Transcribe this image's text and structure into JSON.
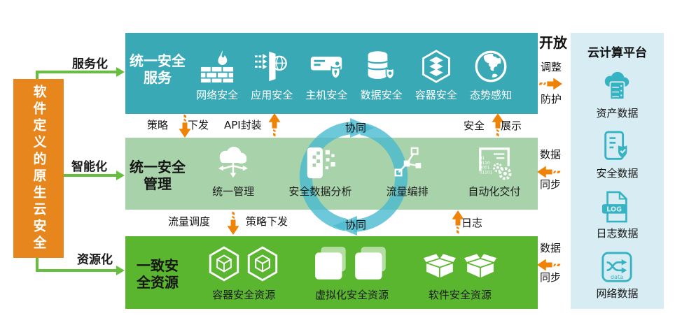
{
  "colors": {
    "orange_box": "#e8861e",
    "teal_band": "#39a9b6",
    "light_green_band": "#a8d3aa",
    "green_band": "#5ab52f",
    "panel_blue": "#d8edf3",
    "icon_teal": "#35b3c3",
    "arrow_orange": "#ee8308",
    "arrow_green": "#67bf3e"
  },
  "left_box": {
    "title": "软件定义的原生云安全"
  },
  "connectors": {
    "service": "服务化",
    "intelligence": "智能化",
    "resource": "资源化"
  },
  "service_band": {
    "title_line1": "统一安全",
    "title_line2": "服务",
    "items": [
      {
        "label": "网络安全",
        "icon": "firewall-icon"
      },
      {
        "label": "应用安全",
        "icon": "app-security-icon"
      },
      {
        "label": "主机安全",
        "icon": "host-server-icon"
      },
      {
        "label": "数据安全",
        "icon": "database-shield-icon"
      },
      {
        "label": "容器安全",
        "icon": "container-hexagon-icon"
      },
      {
        "label": "态势感知",
        "icon": "globe-icon"
      }
    ]
  },
  "gap1": {
    "policy": "策略",
    "dispatch": "下发",
    "api_wrap": "API封装",
    "collaborate": "协同",
    "security": "安全",
    "display": "展示"
  },
  "management_band": {
    "title_line1": "统一安全",
    "title_line2": "管理",
    "items": [
      {
        "label": "统一管理",
        "icon": "cloud-management-icon"
      },
      {
        "label": "安全数据分析",
        "icon": "data-analysis-icon"
      },
      {
        "label": "流量编排",
        "icon": "traffic-orchestration-icon"
      },
      {
        "label": "自动化交付",
        "icon": "automation-gears-icon",
        "binary": [
          "01",
          "0110",
          "0001",
          "01101"
        ]
      }
    ]
  },
  "gap2": {
    "traffic_schedule": "流量调度",
    "policy_dispatch": "策略下发",
    "collaborate": "协同",
    "log": "日志"
  },
  "resource_band": {
    "title_line1": "一致安",
    "title_line2": "全资源",
    "items": [
      {
        "label": "容器安全资源",
        "icon": "container-cubes-icon"
      },
      {
        "label": "虚拟化安全资源",
        "icon": "virtual-layers-icon"
      },
      {
        "label": "软件安全资源",
        "icon": "software-boxes-icon"
      }
    ]
  },
  "right_flow": {
    "open": "开放",
    "adjust": "调整",
    "protect": "防护",
    "sync_top_line1": "数据",
    "sync_top_line2": "同步",
    "sync_bottom_line1": "数据",
    "sync_bottom_line2": "同步"
  },
  "cloud_panel": {
    "title": "云计算平台",
    "items": [
      {
        "label": "资产数据",
        "icon": "cloud-server-icon"
      },
      {
        "label": "安全数据",
        "icon": "document-shield-icon"
      },
      {
        "label": "日志数据",
        "icon": "log-file-icon",
        "badge": "LOG"
      },
      {
        "label": "网络数据",
        "icon": "data-exchange-icon",
        "badge": "data"
      }
    ]
  }
}
